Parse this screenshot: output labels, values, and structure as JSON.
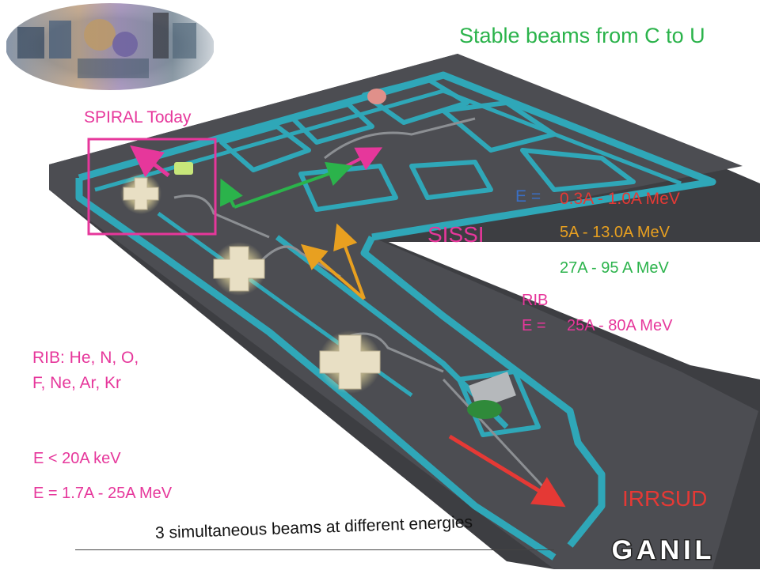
{
  "header": {
    "title": "Stable beams from C to U",
    "title_color": "#2BB34B"
  },
  "labels": {
    "spiral_today": "SPIRAL Today",
    "sissi": "SISSI",
    "irrsud": "IRRSUD",
    "e_eq": "E =",
    "energy_1": "0.3A - 1.0A MeV",
    "energy_2": "5A - 13.0A MeV",
    "energy_3": "27A - 95 A MeV",
    "rib": "RIB",
    "rib_energy_prefix": "E =",
    "rib_energy": "25A - 80A MeV",
    "rib_list_line1": "RIB: He, N, O,",
    "rib_list_line2": "F, Ne, Ar, Kr",
    "e_low": "E < 20A keV",
    "e_range": "E = 1.7A - 25A MeV",
    "footer": "3 simultaneous beams at different energies",
    "logo": "GANIL"
  },
  "colors": {
    "magenta": "#E6379B",
    "red": "#E53935",
    "orange": "#E8A020",
    "green": "#2BB34B",
    "blue": "#3A6FC4",
    "facility_wall": "#2FA7B8",
    "floor": "#4A4B4F"
  }
}
